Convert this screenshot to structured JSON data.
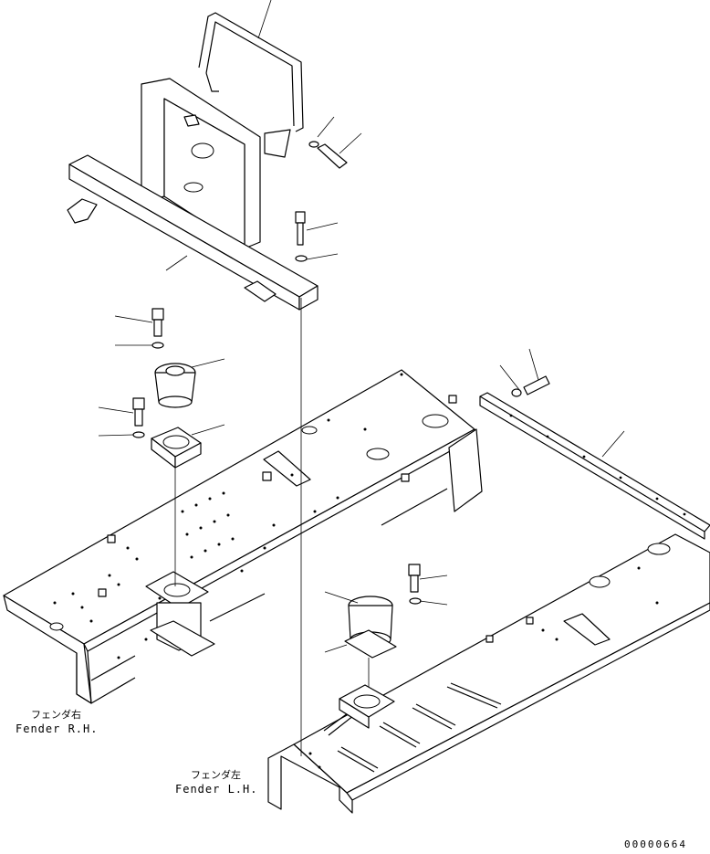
{
  "labels": {
    "fender_rh_jp": "フェンダ右",
    "fender_rh_en": "Fender R.H.",
    "fender_lh_jp": "フェンダ左",
    "fender_lh_en": "Fender L.H."
  },
  "drawing_number": "00000664"
}
